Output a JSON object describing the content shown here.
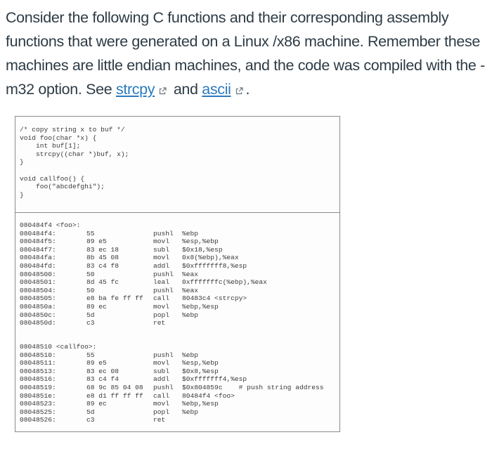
{
  "intro": {
    "text_before": "Consider the following C functions and their corresponding assembly functions that were generated on a Linux /x86 machine.  Remember these machines are little endian machines, and the code was compiled with the -m32 option.  See ",
    "link1": "strcpy",
    "between": " and ",
    "link2": "ascii",
    "after": "."
  },
  "colors": {
    "text": "#2d3b45",
    "link": "#2b7abc",
    "border": "#8a8a8a"
  },
  "icons": {
    "external_link": "external-link-icon"
  },
  "c_code": {
    "lines": [
      "/* copy string x to buf */",
      "void foo(char *x) {",
      "    int buf[1];",
      "    strcpy((char *)buf, x);",
      "}",
      "",
      "void callfoo() {",
      "    foo(\"abcdefghi\");",
      "}"
    ]
  },
  "asm": {
    "foo": {
      "header": "080484f4 <foo>:",
      "rows": [
        {
          "addr": "080484f4:",
          "bytes": "55",
          "mnem": "pushl",
          "ops": "%ebp"
        },
        {
          "addr": "080484f5:",
          "bytes": "89 e5",
          "mnem": "movl",
          "ops": "%esp,%ebp"
        },
        {
          "addr": "080484f7:",
          "bytes": "83 ec 18",
          "mnem": "subl",
          "ops": "$0x18,%esp"
        },
        {
          "addr": "080484fa:",
          "bytes": "8b 45 08",
          "mnem": "movl",
          "ops": "0x8(%ebp),%eax"
        },
        {
          "addr": "080484fd:",
          "bytes": "83 c4 f8",
          "mnem": "addl",
          "ops": "$0xfffffff8,%esp"
        },
        {
          "addr": "08048500:",
          "bytes": "50",
          "mnem": "pushl",
          "ops": "%eax"
        },
        {
          "addr": "08048501:",
          "bytes": "8d 45 fc",
          "mnem": "leal",
          "ops": "0xfffffffc(%ebp),%eax"
        },
        {
          "addr": "08048504:",
          "bytes": "50",
          "mnem": "pushl",
          "ops": "%eax"
        },
        {
          "addr": "08048505:",
          "bytes": "e8 ba fe ff ff",
          "mnem": "call",
          "ops": "80483c4 <strcpy>"
        },
        {
          "addr": "0804850a:",
          "bytes": "89 ec",
          "mnem": "movl",
          "ops": "%ebp,%esp"
        },
        {
          "addr": "0804850c:",
          "bytes": "5d",
          "mnem": "popl",
          "ops": "%ebp"
        },
        {
          "addr": "0804850d:",
          "bytes": "c3",
          "mnem": "ret",
          "ops": ""
        }
      ]
    },
    "callfoo": {
      "header": "08048510 <callfoo>:",
      "rows": [
        {
          "addr": "08048510:",
          "bytes": "55",
          "mnem": "pushl",
          "ops": "%ebp"
        },
        {
          "addr": "08048511:",
          "bytes": "89 e5",
          "mnem": "movl",
          "ops": "%esp,%ebp"
        },
        {
          "addr": "08048513:",
          "bytes": "83 ec 08",
          "mnem": "subl",
          "ops": "$0x8,%esp"
        },
        {
          "addr": "08048516:",
          "bytes": "83 c4 f4",
          "mnem": "addl",
          "ops": "$0xfffffff4,%esp"
        },
        {
          "addr": "08048519:",
          "bytes": "68 9c 85 04 08",
          "mnem": "pushl",
          "ops": "$0x804859c    # push string address"
        },
        {
          "addr": "0804851e:",
          "bytes": "e8 d1 ff ff ff",
          "mnem": "call",
          "ops": "80484f4 <foo>"
        },
        {
          "addr": "08048523:",
          "bytes": "89 ec",
          "mnem": "movl",
          "ops": "%ebp,%esp"
        },
        {
          "addr": "08048525:",
          "bytes": "5d",
          "mnem": "popl",
          "ops": "%ebp"
        },
        {
          "addr": "08048526:",
          "bytes": "c3",
          "mnem": "ret",
          "ops": ""
        }
      ]
    }
  }
}
